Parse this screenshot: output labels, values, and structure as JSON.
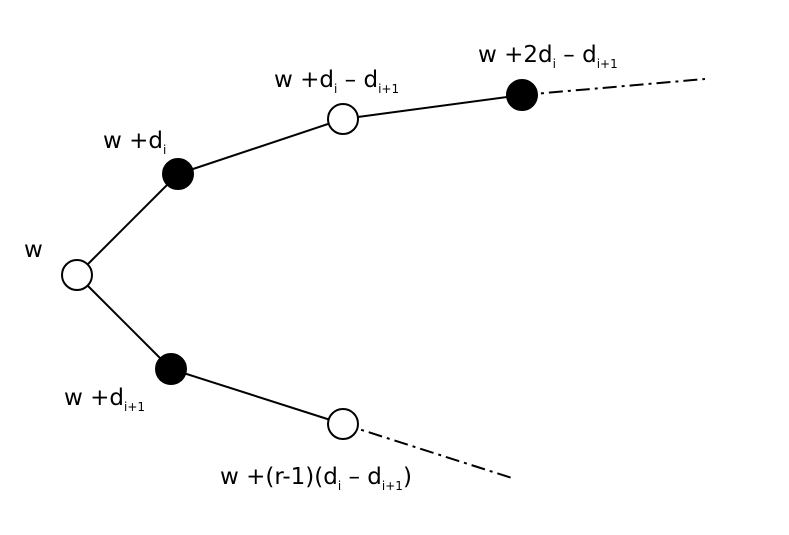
{
  "nodes": {
    "root": {
      "label_main": "w",
      "style": "open"
    },
    "top1": {
      "label_main": "w +d",
      "label_sub": "i",
      "style": "filled"
    },
    "top2": {
      "label_main": "w +d",
      "label_sub1": "i",
      "label_mid": " – d",
      "label_sub2": "i+1",
      "style": "open"
    },
    "top3": {
      "label_main": "w +2d",
      "label_sub1": "i",
      "label_mid": " – d",
      "label_sub2": "i+1",
      "style": "filled"
    },
    "bottom1": {
      "label_main": "w +d",
      "label_sub": "i+1",
      "style": "filled"
    },
    "bottom2": {
      "label_main": "w +(r-1)(d",
      "label_sub1": "i",
      "label_mid": " – d",
      "label_sub2": "i+1",
      "label_end": ")",
      "style": "open"
    }
  }
}
